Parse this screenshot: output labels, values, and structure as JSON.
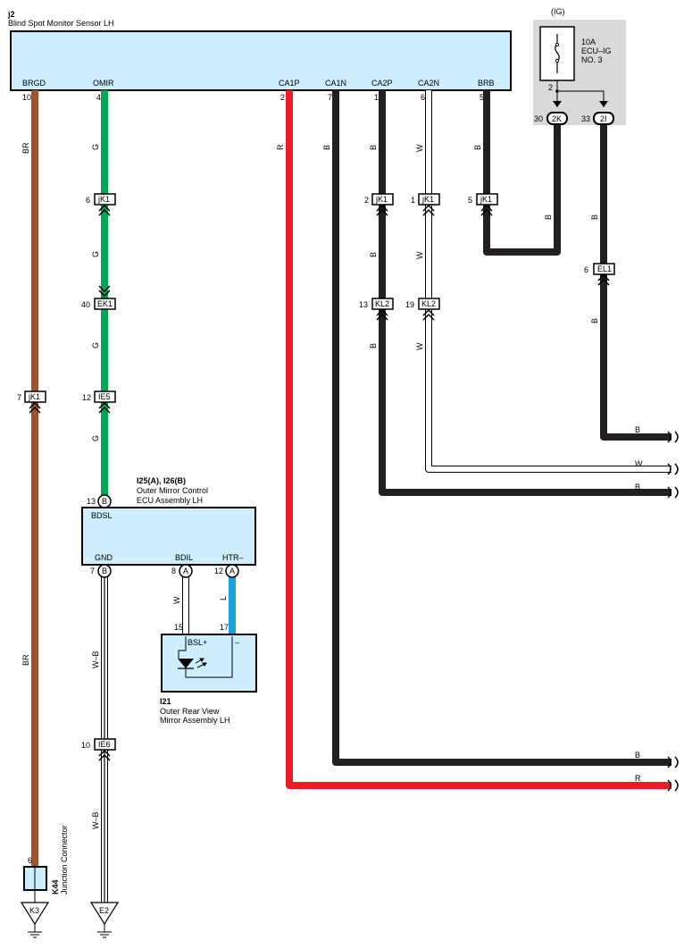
{
  "components": {
    "j2": {
      "id": "j2",
      "name": "Blind Spot Monitor Sensor LH"
    },
    "i25": {
      "id": "I25(A), I26(B)",
      "name1": "Outer Mirror Control",
      "name2": "ECU Assembly LH"
    },
    "i21": {
      "id": "I21",
      "name1": "Outer Rear View",
      "name2": "Mirror Assembly LH"
    },
    "k44": {
      "id": "K44",
      "name": "Junction Connector"
    },
    "fuse": {
      "ig": "(IG)",
      "rating": "10A",
      "name1": "ECU–IG",
      "name2": "NO. 3"
    }
  },
  "j2_terminals": [
    {
      "name": "BRGD",
      "pin": "10"
    },
    {
      "name": "OMIR",
      "pin": "4"
    },
    {
      "name": "CA1P",
      "pin": "2"
    },
    {
      "name": "CA1N",
      "pin": "7"
    },
    {
      "name": "CA2P",
      "pin": "1"
    },
    {
      "name": "CA2N",
      "pin": "6"
    },
    {
      "name": "BRB",
      "pin": "5"
    }
  ],
  "ecu_terminals": {
    "bdsl": "BDSL",
    "gnd": "GND",
    "bdil": "BDIL",
    "htr": "HTR–",
    "bdsl_pin": "13",
    "gnd_pin": "7",
    "bdil_pin": "8",
    "htr_pin": "12",
    "conn_b": "B",
    "conn_a": "A"
  },
  "mirror": {
    "bsl": "BSL+",
    "minus": "–",
    "pin_w": "15",
    "pin_l": "17"
  },
  "connectors": {
    "jk1": "jK1",
    "ek1": "EK1",
    "ie5": "IE5",
    "ie6": "IE6",
    "kl2": "KL2",
    "el1": "EL1",
    "c2k": "2K",
    "c2i": "2I",
    "k3": "K3",
    "e2": "E2"
  },
  "pins": {
    "jk1_g": "6",
    "ek1": "40",
    "ie5": "12",
    "jk1_br": "7",
    "ie6": "10",
    "jk1_b2": "2",
    "jk1_w": "1",
    "jk1_b5": "5",
    "kl2_b": "13",
    "kl2_w": "19",
    "el1": "6",
    "c2k": "30",
    "c2i": "33",
    "fuse_out": "2",
    "k44": "6"
  },
  "wire_colors": {
    "br": "BR",
    "g": "G",
    "r": "R",
    "b": "B",
    "w": "W",
    "wb": "W–B",
    "l": "L"
  },
  "colors": {
    "brown": "#a0522d",
    "green": "#00a651",
    "red": "#ed1c24",
    "blue": "#1ba1e2",
    "black": "#231f20",
    "box": "#cceeff",
    "fusebg": "#d9d9d9"
  }
}
